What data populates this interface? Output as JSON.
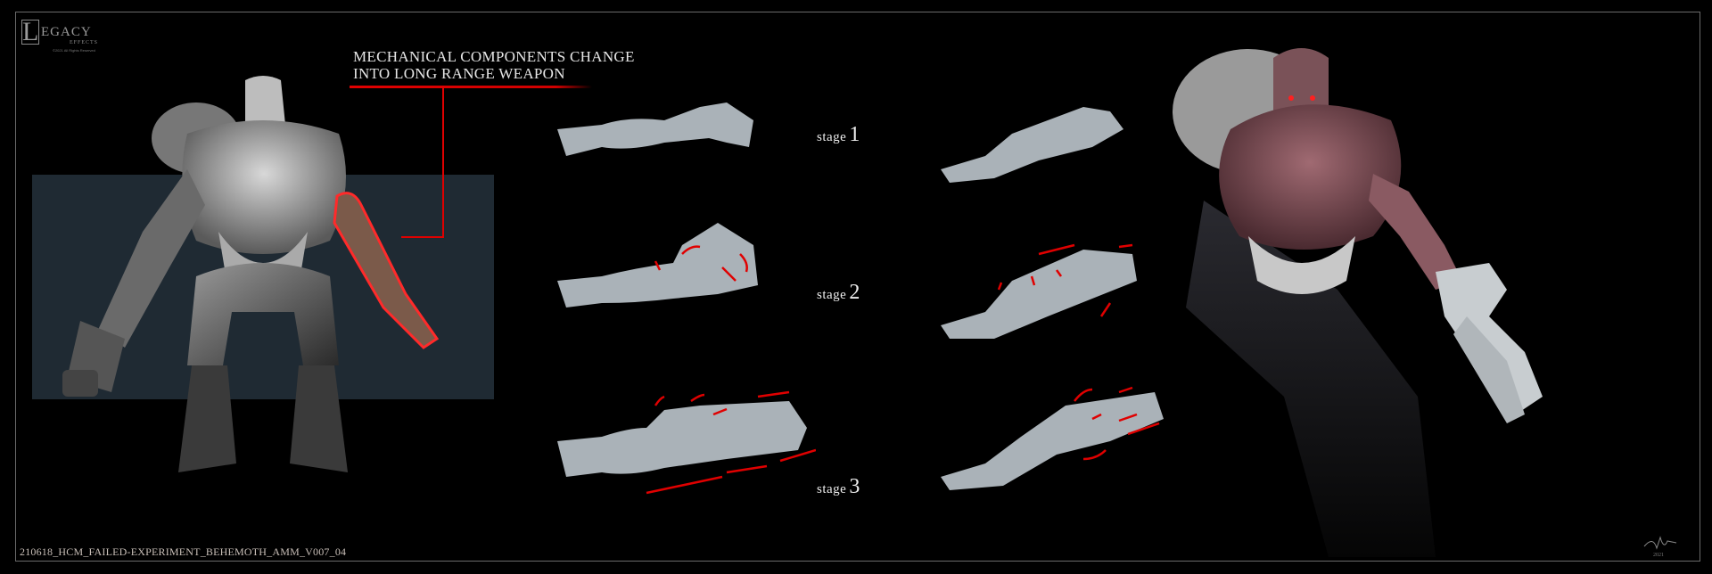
{
  "brand": {
    "logo_letter": "L",
    "logo_word": "EGACY",
    "logo_sub": "EFFECTS",
    "copyright": "©2021 All Rights Reserved"
  },
  "callout": {
    "line1": "Mechanical Components Change",
    "line2": "into long range weapon",
    "accent_color": "#e00000"
  },
  "stages": [
    {
      "word": "stage",
      "number": "1"
    },
    {
      "word": "stage",
      "number": "2"
    },
    {
      "word": "stage",
      "number": "3"
    }
  ],
  "footer": {
    "filename": "210618_HCM_FAILED-EXPERIMENT_BEHEMOTH_AMM_V007_04",
    "signature_year": "2021"
  },
  "figures": {
    "left_character": "behemoth-grayscale-front-view",
    "highlighted_part": "transforming-arm",
    "right_character": "behemoth-color-render-with-rifle",
    "views": [
      "arm-side-view-stage-1",
      "arm-side-view-stage-2",
      "arm-side-view-stage-3",
      "arm-top-view-stage-1",
      "arm-top-view-stage-2",
      "arm-top-view-stage-3"
    ]
  },
  "colors": {
    "background": "#000000",
    "panel": "#1f2a33",
    "frame": "#6a6a6a",
    "text": "#e6e6e6",
    "accent": "#e00000",
    "skin": "#8a5a62",
    "metal": "#b8c0c6"
  }
}
